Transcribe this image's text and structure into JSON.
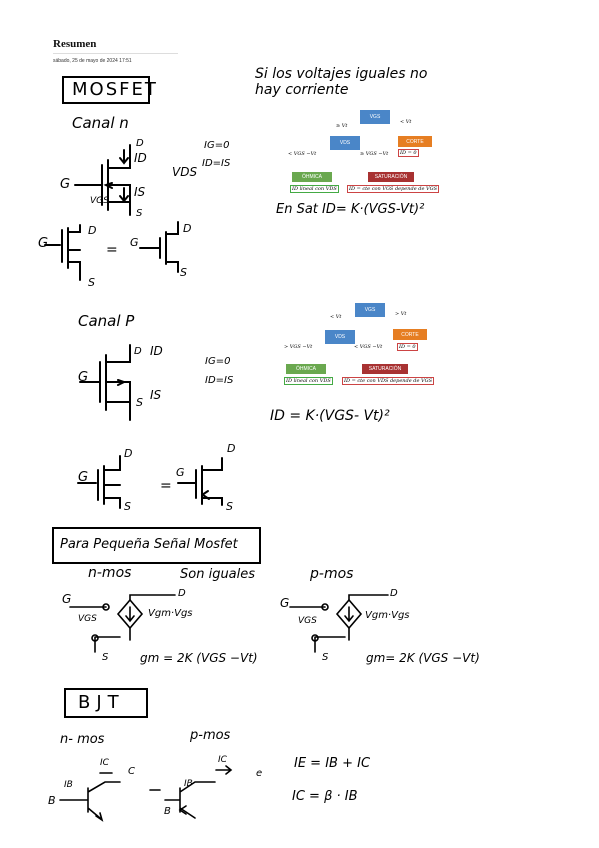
{
  "page": {
    "title": "Resumen",
    "date": "sábado, 25 de mayo de 2024    17:51"
  },
  "mosfet": {
    "heading": "MOSFET",
    "note": "Si los voltajes iguales no hay corriente",
    "canal_n": "Canal n",
    "canal_p": "Canal P",
    "n_labels": {
      "d": "D",
      "g": "G",
      "s": "S",
      "id": "ID",
      "is": "IS",
      "vds": "VDS",
      "vgs": "VGS",
      "ig0": "IG=0",
      "idis": "ID=IS"
    },
    "p_labels": {
      "d": "D",
      "g": "G",
      "s": "S",
      "id": "ID",
      "is": "IS",
      "ig0": "IG=0",
      "idis": "ID=IS"
    },
    "n_sat": "En Sat  ID= K·(VGS-Vt)²",
    "p_formula": "ID = K·(VGS- Vt)²",
    "equals": "="
  },
  "flow_n": {
    "root": "VGS",
    "mid": "VDS",
    "corte": "CORTE",
    "ohmica": "ÓHMICA",
    "sat": "SATURACIÓN",
    "ge_vt": "≥ Vt",
    "lt_vt": "< Vt",
    "lt_vgs": "< VGS −Vt",
    "ge_vgs": "≥ VGS −Vt",
    "id0": "ID = 0",
    "lin": "ID lineal con VDS",
    "cte": "ID = cte con VGS depende de VGS"
  },
  "flow_p": {
    "root": "VGS",
    "mid": "VDS",
    "corte": "CORTE",
    "ohmica": "ÓHMICA",
    "sat": "SATURACIÓN",
    "lt_vt": "< Vt",
    "gt_vt": "> Vt",
    "gt_vgs": "> VGS −Vt",
    "lt_vgs": "< VGS −Vt",
    "id0": "ID = 0",
    "lin": "ID lineal con VDS",
    "cte": "ID = cte con VDS depende de VGS"
  },
  "small_signal": {
    "heading": "Para Pequeña Señal  Mosfet",
    "nmos": "n-mos",
    "iguales": "Son iguales",
    "pmos": "p-mos",
    "g": "G",
    "d": "D",
    "s": "S",
    "vgs": "VGS",
    "src": "Vgm·Vgs",
    "gm_n": "gm = 2K (VGS −Vt)",
    "gm_p": "gm=  2K (VGS −Vt)"
  },
  "bjt": {
    "heading": "BJT",
    "nmos": "n- mos",
    "pmos": "p-mos",
    "ic": "IC",
    "ib": "IB",
    "c": "C",
    "b": "B",
    "e": "e",
    "ie_eq": "IE = IB + IC",
    "ic_eq": "IC = β · IB"
  },
  "colors": {
    "blue": "#4a86c8",
    "orange": "#e67e22",
    "green": "#6aa84f",
    "red": "#a83232"
  }
}
